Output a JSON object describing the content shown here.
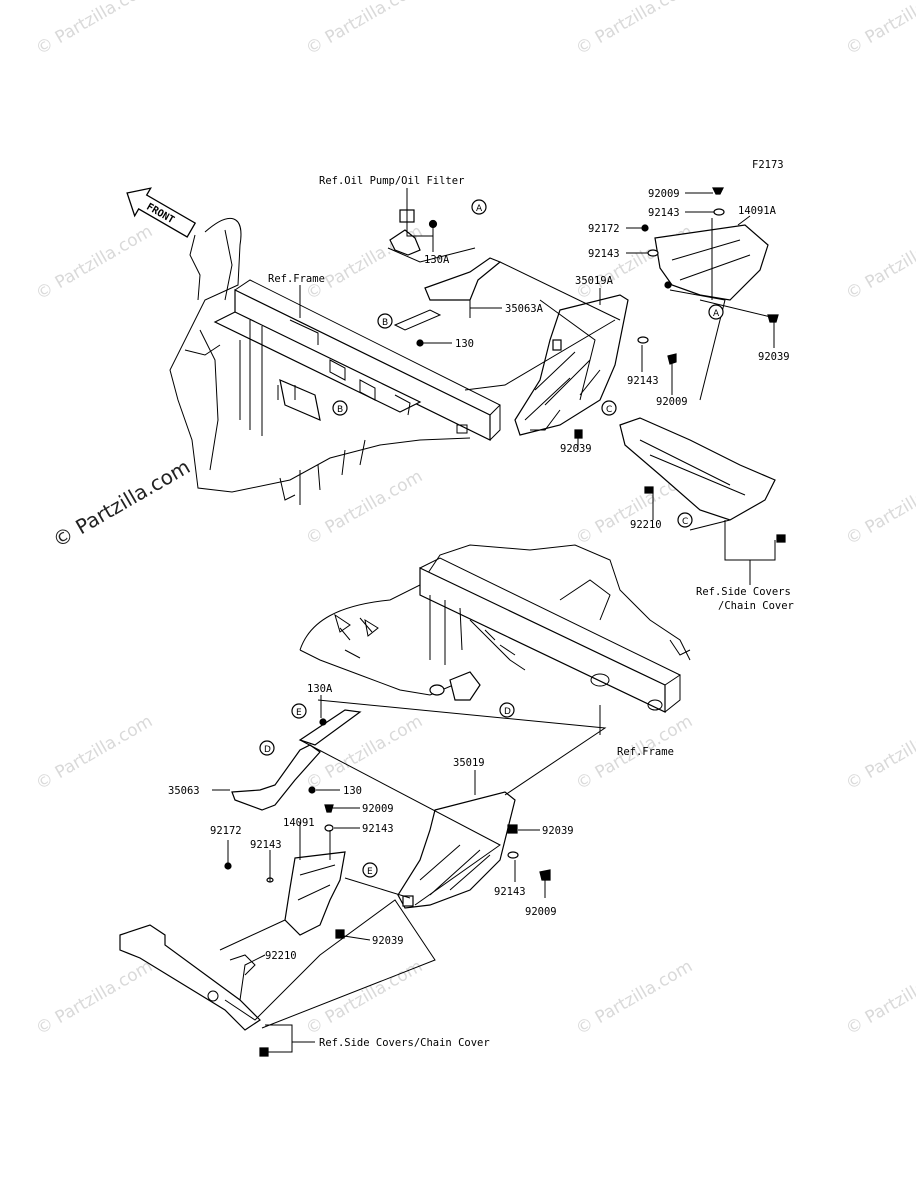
{
  "diagram_code": "F2173",
  "front_marker": "FRONT",
  "watermark": "© Partzilla.com",
  "main_watermark": "© Partzilla.com",
  "labels": {
    "ref_oil_pump": "Ref.Oil Pump/Oil Filter",
    "ref_frame_top": "Ref.Frame",
    "ref_frame_bottom": "Ref.Frame",
    "ref_side_covers_top_1": "Ref.Side Covers",
    "ref_side_covers_top_2": "/Chain Cover",
    "ref_side_covers_bottom": "Ref.Side Covers/Chain Cover"
  },
  "part_numbers": {
    "p130A_top": "130A",
    "p35063A": "35063A",
    "p130_top": "130",
    "p35019A": "35019A",
    "p92009_t1": "92009",
    "p92143_t1": "92143",
    "p14091A": "14091A",
    "p92172_t": "92172",
    "p92143_t2": "92143",
    "p92039_t1": "92039",
    "p92143_t3": "92143",
    "p92009_t2": "92009",
    "p92039_t2": "92039",
    "p92210_t": "92210",
    "p130A_b": "130A",
    "p35063_b": "35063",
    "p130_b": "130",
    "p35019_b": "35019",
    "p92009_b1": "92009",
    "p92143_b1": "92143",
    "p92039_b1": "92039",
    "p14091_b": "14091",
    "p92172_b": "92172",
    "p92143_b2": "92143",
    "p92143_b3": "92143",
    "p92009_b2": "92009",
    "p92039_b2": "92039",
    "p92210_b": "92210"
  },
  "callouts": {
    "A1": "A",
    "A2": "A",
    "B1": "B",
    "B2": "B",
    "C1": "C",
    "C2": "C",
    "D1": "D",
    "D2": "D",
    "E1": "E",
    "E2": "E"
  }
}
